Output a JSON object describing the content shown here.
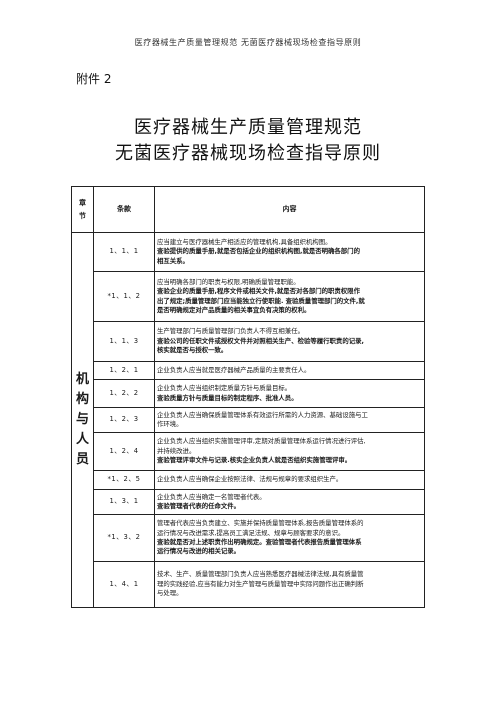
{
  "header": {
    "running_title": "医疗器械生产质量管理规范 无菌医疗器械现场检查指导原则"
  },
  "attachment_label": "附件 2",
  "titles": {
    "line1": "医疗器械生产质量管理规范",
    "line2": "无菌医疗器械现场检查指导原则"
  },
  "table": {
    "headers": {
      "chapter_a": "章",
      "chapter_b": "节",
      "article": "条款",
      "content": "内容"
    },
    "chapter_chars": [
      "机",
      "构",
      "与",
      "人",
      "员"
    ],
    "rows": [
      {
        "no": "1、1、1",
        "lines": [
          {
            "t": "应当建立与医疗器械生产相适应的管理机构,具备组织机构图。",
            "b": false
          },
          {
            "t": "查验提供的质量手册,就是否包括企业的组织机构图,就是否明确各部门的",
            "b": true
          },
          {
            "t": "相互关系。",
            "b": true
          }
        ]
      },
      {
        "no": "*1、1、2",
        "lines": [
          {
            "t": "应当明确各部门的职责与权限,明确质量管理职能。",
            "b": false
          },
          {
            "t": "查验企业的质量手册,程序文件或相关文件,就是否对各部门的职责权限作",
            "b": true
          },
          {
            "t": "出了规定;质量管理部门应当能独立行使职能. 查验质量管理部门的文件,就",
            "b": true
          },
          {
            "t": "是否明确规定对产品质量的相关事宜负有决策的权利。",
            "b": true
          }
        ]
      },
      {
        "no": "1、1、3",
        "lines": [
          {
            "t": "生产管理部门与质量管理部门负责人不得互相兼任。",
            "b": false
          },
          {
            "t": "查验公司的任职文件或授权文件并对照相关生产、检验等履行职责的记录,",
            "b": true
          },
          {
            "t": "核实就是否与授权一致。",
            "b": true
          }
        ]
      },
      {
        "no": "1、2、1",
        "lines": [
          {
            "t": "企业负责人应当就是医疗器械产品质量的主要责任人。",
            "b": false
          }
        ]
      },
      {
        "no": "1、2、2",
        "lines": [
          {
            "t": "企业负责人应当组织制定质量方针与质量目标。",
            "b": false
          },
          {
            "t": "查验质量方针与质量目标的制定程序、批准人员。",
            "b": true
          }
        ]
      },
      {
        "no": "1、2、3",
        "lines": [
          {
            "t": "企业负责人应当确保质量管理体系有效运行所需的人力资源、基础设施与工",
            "b": false
          },
          {
            "t": "作环境。",
            "b": false
          }
        ]
      },
      {
        "no": "1、2、4",
        "lines": [
          {
            "t": "企业负责人应当组织实施管理评审,定期对质量管理体系运行情况进行评估,",
            "b": false
          },
          {
            "t": "并持续改进。",
            "b": false
          },
          {
            "t": "查验管理评审文件与记录.核实企业负责人就是否组织实施管理评审。",
            "b": true
          }
        ]
      },
      {
        "no": "*1、2、5",
        "lines": [
          {
            "t": "企业负责人应当确保企业按照法律、法规与规章的要求组织生产。",
            "b": false
          }
        ]
      },
      {
        "no": "1、3、1",
        "lines": [
          {
            "t": "企业负责人应当确定一名管理者代表。",
            "b": false
          },
          {
            "t": "查验管理者代表的任命文件。",
            "b": true
          }
        ]
      },
      {
        "no": "*1、3、2",
        "lines": [
          {
            "t": "管理者代表应当负责建立、实施并保持质量管理体系,报告质量管理体系的",
            "b": false
          },
          {
            "t": "运行情况与改进需求,提高员工满足法规、规章与顾客要求的意识。",
            "b": false
          },
          {
            "t": "查验就是否对上述职责作出明确规定。查验管理者代表报告质量管理体系",
            "b": true
          },
          {
            "t": "运行情况与改进的相关记录。",
            "b": true
          }
        ]
      },
      {
        "no": "1、4、1",
        "lines": [
          {
            "t": "技术、生产、质量管理部门负责人应当熟悉医疗器械法律法规,具有质量管",
            "b": false
          },
          {
            "t": "理的实践经验,应当有能力对生产管理与质量管理中实际问题作出正确判断",
            "b": false
          },
          {
            "t": "与处理。",
            "b": false
          }
        ]
      }
    ]
  }
}
